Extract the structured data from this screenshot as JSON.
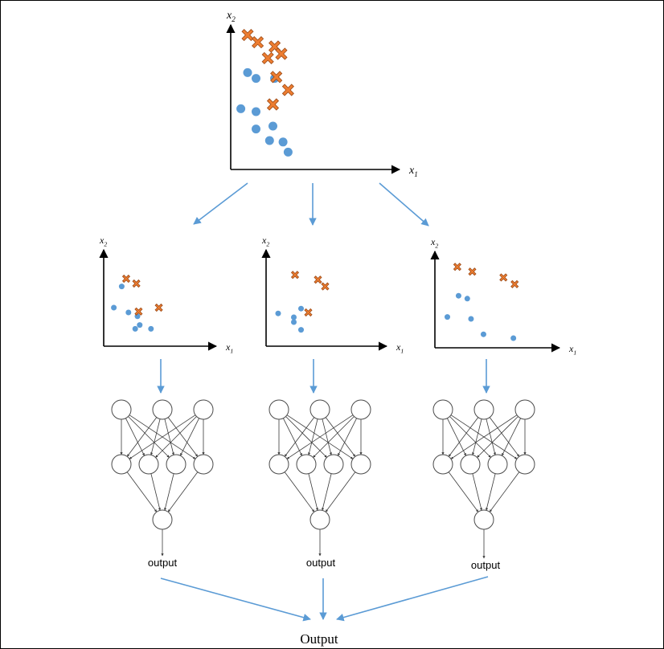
{
  "colors": {
    "class_a": "#5b9bd5",
    "class_b": "#ed7d31",
    "class_b_stroke": "#9c4a16",
    "arrow": "#5b9bd5"
  },
  "icons": {
    "class_a_marker": "circle",
    "class_b_marker": "cross-x"
  },
  "axes": {
    "x_base": "x",
    "x_sub": "1",
    "y_base": "x",
    "y_sub": "2"
  },
  "network": {
    "layers": [
      3,
      4,
      1
    ],
    "output_label": "output"
  },
  "final_label": "Output",
  "chart_data": [
    {
      "type": "scatter",
      "xlabel": "x1",
      "ylabel": "x2",
      "xlim": [
        0,
        10
      ],
      "ylim": [
        0,
        10
      ],
      "series": [
        {
          "marker": "circle",
          "points": [
            [
              0.6,
              4.2
            ],
            [
              1.0,
              6.7
            ],
            [
              1.5,
              2.8
            ],
            [
              1.5,
              6.3
            ],
            [
              1.5,
              4.0
            ],
            [
              2.3,
              2.0
            ],
            [
              2.5,
              3.0
            ],
            [
              2.6,
              6.3
            ],
            [
              3.1,
              1.9
            ],
            [
              3.4,
              1.2
            ]
          ]
        },
        {
          "marker": "cross",
          "points": [
            [
              1.0,
              9.3
            ],
            [
              1.6,
              8.8
            ],
            [
              2.2,
              7.7
            ],
            [
              2.6,
              8.5
            ],
            [
              2.7,
              6.4
            ],
            [
              3.0,
              8.0
            ],
            [
              3.4,
              5.5
            ],
            [
              2.5,
              4.5
            ]
          ]
        }
      ]
    },
    {
      "type": "scatter",
      "xlabel": "x1",
      "ylabel": "x2",
      "xlim": [
        0,
        10
      ],
      "ylim": [
        0,
        10
      ],
      "series": [
        {
          "marker": "circle",
          "points": [
            [
              0.9,
              4.0
            ],
            [
              1.6,
              6.2
            ],
            [
              2.2,
              3.5
            ],
            [
              3.0,
              3.1
            ],
            [
              3.2,
              2.2
            ],
            [
              4.2,
              1.8
            ],
            [
              2.8,
              1.8
            ]
          ]
        },
        {
          "marker": "cross",
          "points": [
            [
              2.0,
              7.0
            ],
            [
              2.9,
              6.5
            ],
            [
              3.1,
              3.6
            ],
            [
              4.9,
              4.0
            ]
          ]
        }
      ]
    },
    {
      "type": "scatter",
      "xlabel": "x1",
      "ylabel": "x2",
      "xlim": [
        0,
        10
      ],
      "ylim": [
        0,
        10
      ],
      "series": [
        {
          "marker": "circle",
          "points": [
            [
              1.0,
              3.4
            ],
            [
              2.3,
              2.5
            ],
            [
              2.3,
              3.0
            ],
            [
              2.9,
              3.9
            ],
            [
              2.9,
              1.7
            ]
          ]
        },
        {
          "marker": "cross",
          "points": [
            [
              2.4,
              7.4
            ],
            [
              4.3,
              6.9
            ],
            [
              4.9,
              6.2
            ],
            [
              3.5,
              3.5
            ]
          ]
        }
      ]
    },
    {
      "type": "scatter",
      "xlabel": "x1",
      "ylabel": "x2",
      "xlim": [
        0,
        10
      ],
      "ylim": [
        0,
        10
      ],
      "series": [
        {
          "marker": "circle",
          "points": [
            [
              1.0,
              3.2
            ],
            [
              1.9,
              5.4
            ],
            [
              2.6,
              5.1
            ],
            [
              2.9,
              3.0
            ],
            [
              3.9,
              1.4
            ],
            [
              6.3,
              1.0
            ]
          ]
        },
        {
          "marker": "cross",
          "points": [
            [
              1.8,
              8.4
            ],
            [
              3.0,
              7.9
            ],
            [
              5.5,
              7.3
            ],
            [
              6.4,
              6.6
            ]
          ]
        }
      ]
    }
  ]
}
